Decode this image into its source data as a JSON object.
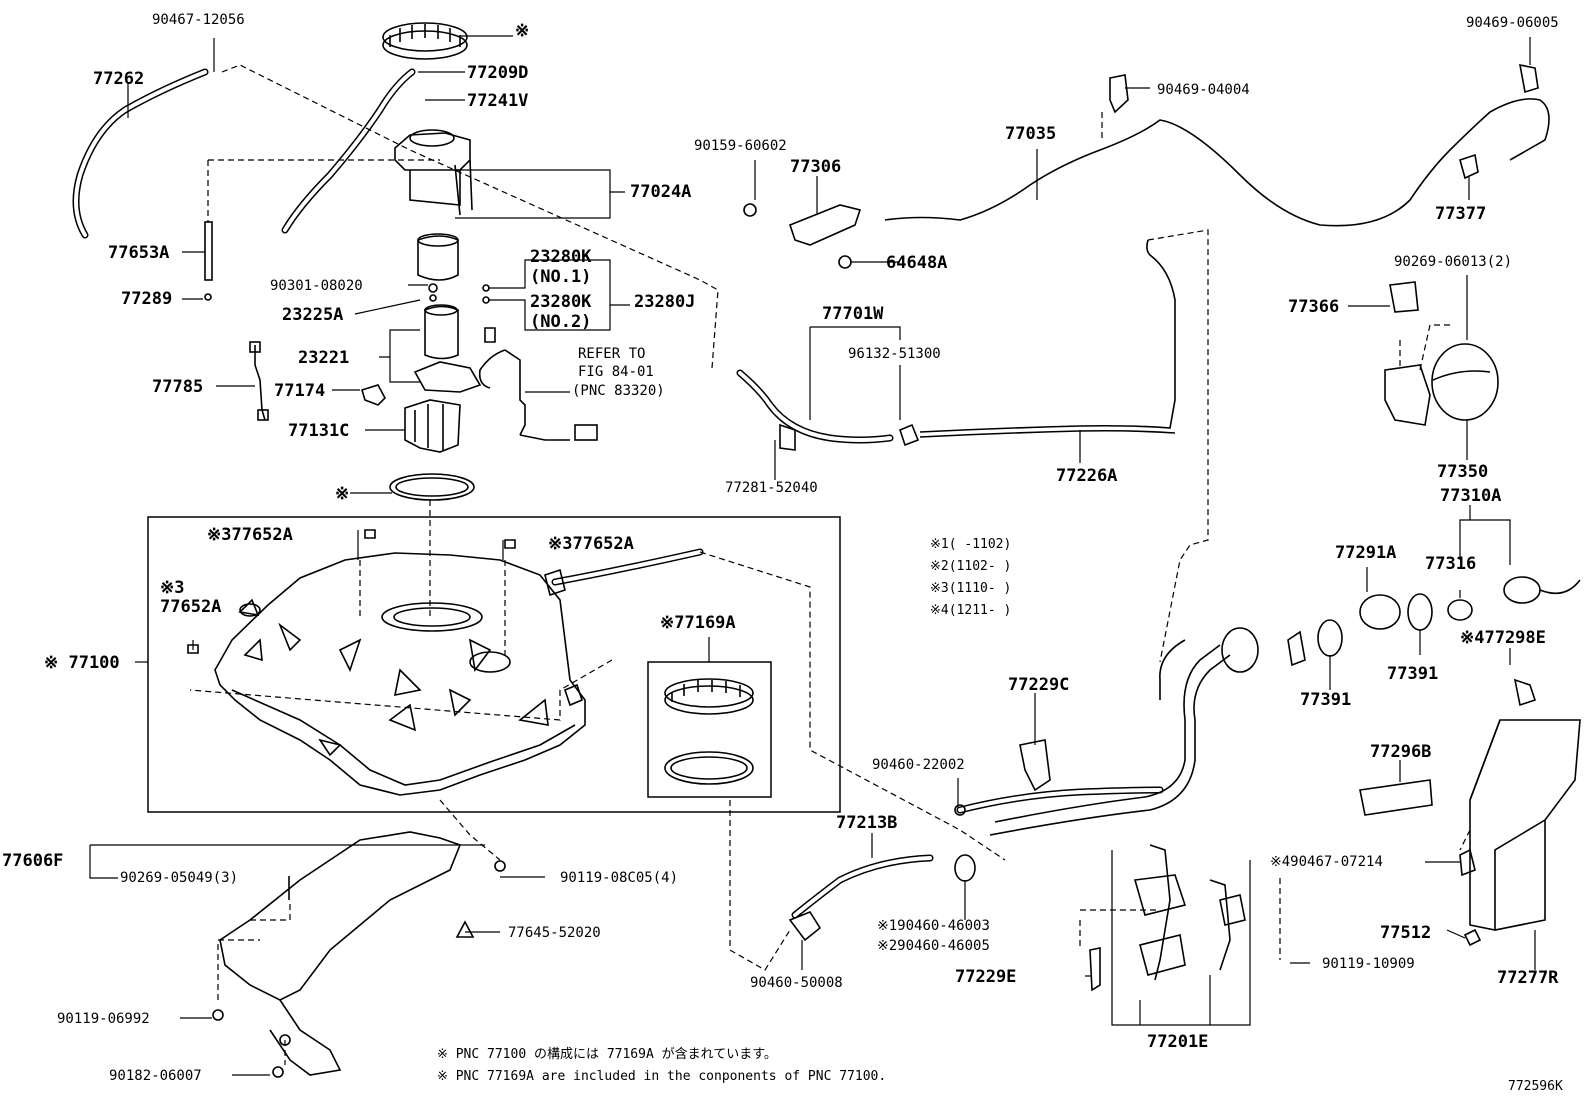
{
  "labels": {
    "p90467_12056": "90467-12056",
    "p77262": "77262",
    "p77209D": "77209D",
    "p77241V": "77241V",
    "p77024A": "77024A",
    "p77653A": "77653A",
    "p77289": "77289",
    "p90301_08020": "90301-08020",
    "p23280K_1": "23280K",
    "no1": "(NO.1)",
    "p23280K_2": "23280K",
    "no2": "(NO.2)",
    "p23280J": "23280J",
    "p23225A": "23225A",
    "p23221": "23221",
    "refer1": "REFER TO",
    "refer2": "FIG 84-01",
    "refer3": "(PNC 83320)",
    "p77785": "77785",
    "p77174": "77174",
    "p77131C": "77131C",
    "mark_ring_top": "※",
    "mark_ring_mid": "※",
    "p90159_60602": "90159-60602",
    "p77306": "77306",
    "p64648A": "64648A",
    "p77035": "77035",
    "p90469_04004": "90469-04004",
    "p90469_06005": "90469-06005",
    "p77377": "77377",
    "p90269_06013": "90269-06013(2)",
    "p77366": "77366",
    "p77350": "77350",
    "p77310A": "77310A",
    "p77316": "77316",
    "p77298E": "※477298E",
    "p77701W": "77701W",
    "p96132_51300": "96132-51300",
    "p77281_52040": "77281-52040",
    "p77226A": "77226A",
    "p77291A": "77291A",
    "p77391a": "77391",
    "p77391b": "77391",
    "p77296B": "77296B",
    "p90467_07214": "※490467-07214",
    "p77512": "77512",
    "p90119_10909": "90119-10909",
    "p77277R": "77277R",
    "p77652A_a": "※377652A",
    "p77652A_b": "※377652A",
    "p77652A_c1": "※3",
    "p77652A_c2": "77652A",
    "p77100": "※ 77100",
    "p77169A": "※77169A",
    "p77229C": "77229C",
    "p90460_22002": "90460-22002",
    "p77213B": "77213B",
    "p90460_46003": "※190460-46003",
    "p90460_46005": "※290460-46005",
    "p77229E": "77229E",
    "p77201E": "77201E",
    "p90460_50008": "90460-50008",
    "p77606F": "77606F",
    "p90269_05049": "90269-05049(3)",
    "p90119_08C05": "90119-08C05(4)",
    "p77645_52020": "77645-52020",
    "p90119_06992": "90119-06992",
    "p90182_06007": "90182-06007"
  },
  "legend": {
    "l1": "※1(   -1102)",
    "l2": "※2(1102-   )",
    "l3": "※3(1110-   )",
    "l4": "※4(1211-   )"
  },
  "footer": {
    "note_jp": "※ PNC 77100 の構成には 77169A が含まれています。",
    "note_en": "※ PNC 77169A are included in the conponents of PNC 77100.",
    "diagram_id": "772596K"
  }
}
